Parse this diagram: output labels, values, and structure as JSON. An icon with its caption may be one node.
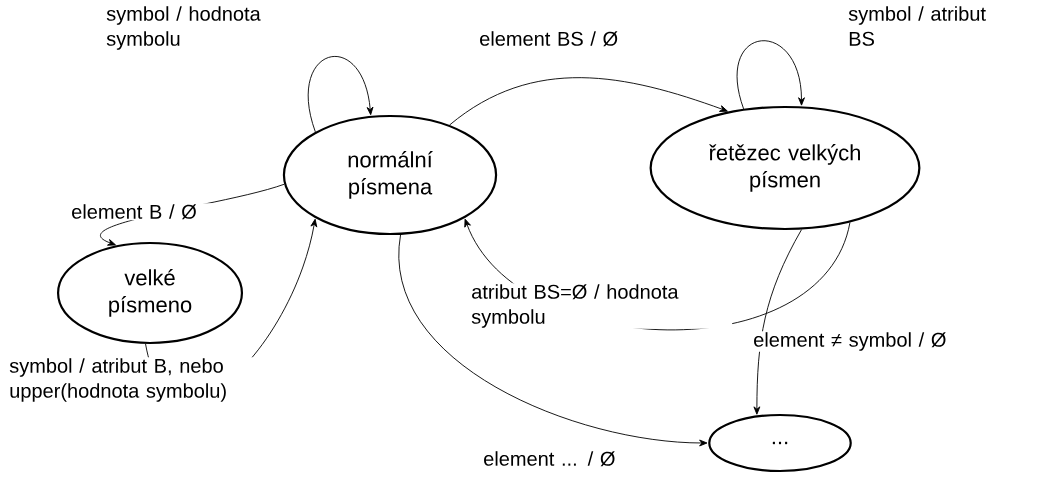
{
  "diagram": {
    "nodes": [
      {
        "text": [
          "normální písmena"
        ]
      },
      {
        "text": [
          "řetězec velkých písmen"
        ]
      },
      {
        "text": [
          "velké písmeno"
        ]
      },
      {
        "text": [
          "..."
        ]
      }
    ],
    "edges": [
      {
        "from": 0,
        "to": 0,
        "arrow": "to",
        "label": "symbol / hodnota symbolu"
      },
      {
        "from": 0,
        "to": 1,
        "arrow": "to",
        "label": "element BS / Ø"
      },
      {
        "from": 1,
        "to": 1,
        "arrow": "to",
        "label": "symbol / atribut BS"
      },
      {
        "from": 1,
        "to": 0,
        "arrow": "to",
        "label": "atribut BS=Ø / hodnota symbolu"
      },
      {
        "from": 0,
        "to": 2,
        "arrow": "to",
        "label": "element B / Ø"
      },
      {
        "from": 2,
        "to": 0,
        "arrow": "to",
        "label": "symbol / atribut B, nebo upper(hodnota symbolu)"
      },
      {
        "from": 1,
        "to": 3,
        "arrow": "to",
        "label": "element ≠ symbol / Ø"
      },
      {
        "from": 0,
        "to": 3,
        "arrow": "to",
        "label": "element ... / Ø"
      }
    ]
  }
}
